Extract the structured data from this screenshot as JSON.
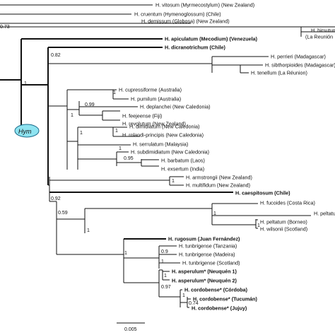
{
  "node_label": "Hym",
  "accent_color": "#8ee3f0",
  "scale_label": "0.005",
  "taxa": [
    {
      "id": "t1",
      "text": "H. vitosum (Myrmecostylum) (New Zealand)",
      "bold": false
    },
    {
      "id": "t2",
      "text": "H. cruentum (Hymenoglossum) (Chile)",
      "bold": false
    },
    {
      "id": "t3",
      "text": "H. demissum (Globosa) (New Zealand)",
      "bold": false
    },
    {
      "id": "t4a",
      "text": "H. hirsutum",
      "bold": false
    },
    {
      "id": "t4b",
      "text": "(La Reunión",
      "bold": false
    },
    {
      "id": "t5",
      "text": "H. apiculatum (Mecodium) (Venezuela)",
      "bold": true
    },
    {
      "id": "t6",
      "text": "H. dicranotrichum (Chile)",
      "bold": true
    },
    {
      "id": "t7",
      "text": "H. perrieri (Madagascar)",
      "bold": false
    },
    {
      "id": "t8",
      "text": "H. sibthorpioides (Madagascar)",
      "bold": false
    },
    {
      "id": "t9",
      "text": "H. tenellum (La Réunion)",
      "bold": false
    },
    {
      "id": "t10",
      "text": "H. cupressiforme (Australia)",
      "bold": false
    },
    {
      "id": "t11",
      "text": "H. pumilum (Australia)",
      "bold": false
    },
    {
      "id": "t12",
      "text": "H. deplanchei (New Caledonia)",
      "bold": false
    },
    {
      "id": "t13",
      "text": "H. feejeense (Fiji)",
      "bold": false
    },
    {
      "id": "t14",
      "text": "H. revolutum (New Zealand)",
      "bold": false
    },
    {
      "id": "t15",
      "text": "H. dimidiatum (New Caledonia)",
      "bold": false
    },
    {
      "id": "t16",
      "text": "H. rolandi-principis (New Caledonia)",
      "bold": false
    },
    {
      "id": "t17",
      "text": "H. serrulatum (Malaysia)",
      "bold": false
    },
    {
      "id": "t18",
      "text": "H. subdimidiatum (New Caledonia)",
      "bold": false
    },
    {
      "id": "t19",
      "text": "H. barbatum (Laos)",
      "bold": false
    },
    {
      "id": "t20",
      "text": "H. exsertum (India)",
      "bold": false
    },
    {
      "id": "t21",
      "text": "H. armstrongii (New Zealand)",
      "bold": false
    },
    {
      "id": "t22",
      "text": "H. multifidum (New Zealand)",
      "bold": false
    },
    {
      "id": "t23",
      "text": "H. caespitosum (Chile)",
      "bold": true
    },
    {
      "id": "t24",
      "text": "H. fucoides (Costa Rica)",
      "bold": false
    },
    {
      "id": "t25",
      "text": "H. peltatu",
      "bold": false
    },
    {
      "id": "t26",
      "text": "H. peltatum (Borneo)",
      "bold": false
    },
    {
      "id": "t27",
      "text": "H. wilsonii (Scotland)",
      "bold": false
    },
    {
      "id": "t28",
      "text": "H. rugosum (Juan Fernández)",
      "bold": true
    },
    {
      "id": "t29",
      "text": "H. tunbrigense (Tanzania)",
      "bold": false
    },
    {
      "id": "t30",
      "text": "H. tunbrigense (Madeira)",
      "bold": false
    },
    {
      "id": "t31",
      "text": "H. tunbrigense (Scotland)",
      "bold": false
    },
    {
      "id": "t32",
      "text": "H. asperulum* (Neuquén 1)",
      "bold": true
    },
    {
      "id": "t33",
      "text": "H. asperulum* (Neuquén 2)",
      "bold": true
    },
    {
      "id": "t34",
      "text": "H. cordobense* (Córdoba)",
      "bold": true
    },
    {
      "id": "t35",
      "text": "H. cordobense* (Tucumán)",
      "bold": true
    },
    {
      "id": "t36",
      "text": "H. cordobense* (Jujuy)",
      "bold": true
    }
  ],
  "supports": [
    {
      "id": "s1",
      "text": "0.73"
    },
    {
      "id": "s2",
      "text": "0.82"
    },
    {
      "id": "s3",
      "text": "1"
    },
    {
      "id": "s4",
      "text": "1"
    },
    {
      "id": "s5",
      "text": "1"
    },
    {
      "id": "s6",
      "text": "0.99"
    },
    {
      "id": "s7",
      "text": "1"
    },
    {
      "id": "s8",
      "text": "1"
    },
    {
      "id": "s9",
      "text": "1"
    },
    {
      "id": "s10",
      "text": "0.95"
    },
    {
      "id": "s11",
      "text": "0.92"
    },
    {
      "id": "s12",
      "text": "1"
    },
    {
      "id": "s13",
      "text": "0.59"
    },
    {
      "id": "s14",
      "text": "1"
    },
    {
      "id": "s15",
      "text": "1"
    },
    {
      "id": "s16",
      "text": "1"
    },
    {
      "id": "s17",
      "text": "0.9"
    },
    {
      "id": "s18",
      "text": "1"
    },
    {
      "id": "s19",
      "text": "1"
    },
    {
      "id": "s20",
      "text": "0.97"
    },
    {
      "id": "s21",
      "text": "1"
    },
    {
      "id": "s22",
      "text": "1"
    },
    {
      "id": "s23",
      "text": "0.74"
    }
  ]
}
